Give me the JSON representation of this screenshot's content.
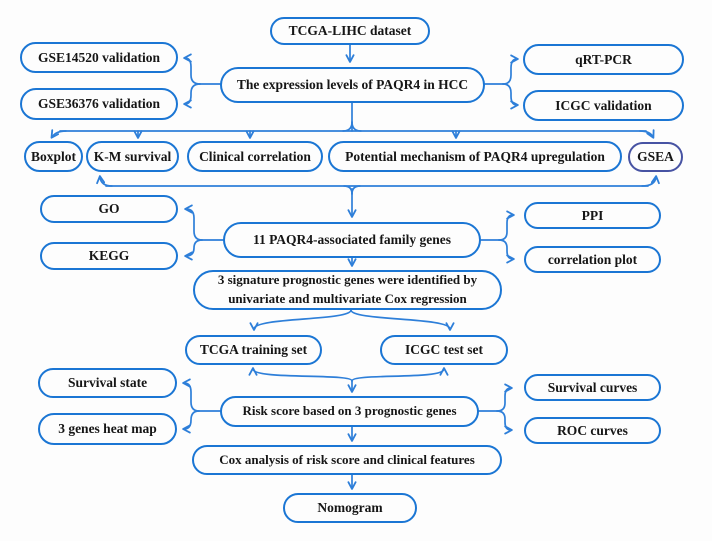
{
  "figure": {
    "type": "flowchart",
    "description": "Study workflow flowchart of PAQR4 analysis in hepatocellular carcinoma"
  },
  "colors": {
    "box_border": "#1b76d4",
    "gsea_border": "#4753a3",
    "connector": "#2e7fd9",
    "text": "#161616",
    "background": "#fdfdfd"
  },
  "nodes": {
    "tcga_lihc": {
      "label": "TCGA-LIHC dataset"
    },
    "gse14520": {
      "label": "GSE14520 validation"
    },
    "gse36376": {
      "label": "GSE36376 validation"
    },
    "expression": {
      "label": "The expression levels of PAQR4 in HCC"
    },
    "qrt_pcr": {
      "label": "qRT-PCR"
    },
    "icgc_validation": {
      "label": "ICGC validation"
    },
    "boxplot": {
      "label": "Boxplot"
    },
    "km_survival": {
      "label": "K-M survival"
    },
    "clinical_correlation": {
      "label": "Clinical correlation"
    },
    "potential_mechanism": {
      "label": "Potential mechanism of PAQR4 upregulation"
    },
    "gsea": {
      "label": "GSEA"
    },
    "go": {
      "label": "GO"
    },
    "kegg": {
      "label": "KEGG"
    },
    "family_genes": {
      "label": "11 PAQR4-associated family genes"
    },
    "ppi": {
      "label": "PPI"
    },
    "correlation_plot": {
      "label": "correlation plot"
    },
    "signature": {
      "label": "3 signature prognostic genes were identified by univariate and multivariate Cox regression"
    },
    "tcga_training": {
      "label": "TCGA training set"
    },
    "icgc_test": {
      "label": "ICGC test set"
    },
    "survival_state": {
      "label": "Survival state"
    },
    "heat_map": {
      "label": "3 genes heat map"
    },
    "risk_score": {
      "label": "Risk score based on 3 prognostic genes"
    },
    "survival_curves": {
      "label": "Survival curves"
    },
    "roc_curves": {
      "label": "ROC curves"
    },
    "cox_analysis": {
      "label": "Cox analysis of risk score and clinical features"
    },
    "nomogram": {
      "label": "Nomogram"
    }
  }
}
